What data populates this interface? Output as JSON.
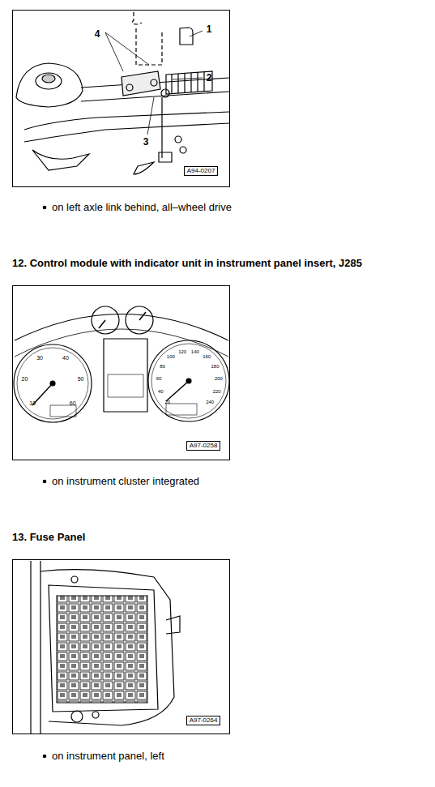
{
  "diagram": {
    "labels": [
      "4",
      "1",
      "2",
      "3",
      "A94-0207",
      "on left axle link behind, all–wheel drive",
      "12. Control module with indicator unit in instrument panel insert, J285",
      "10",
      "20",
      "30",
      "40",
      "50",
      "60",
      "20",
      "40",
      "60",
      "80",
      "100",
      "120",
      "140",
      "160",
      "180",
      "200",
      "220",
      "240",
      "A97-0258",
      "on instrument cluster integrated",
      "13. Fuse Panel",
      "A97-0264",
      "on instrument panel, left"
    ]
  }
}
